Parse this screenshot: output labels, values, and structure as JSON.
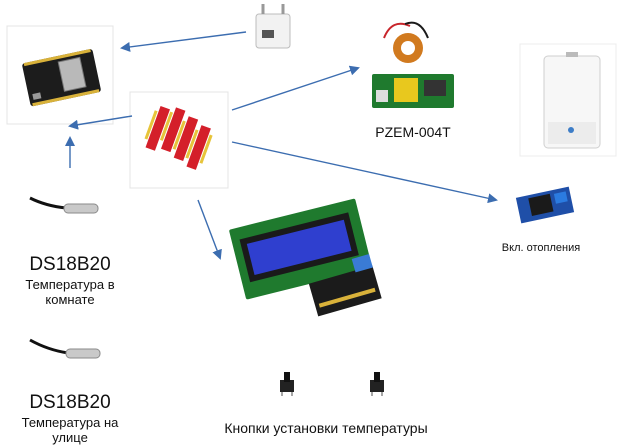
{
  "labels": {
    "pzem": "PZEM-004T",
    "relay": "Вкл. отопления",
    "sensor1_model": "DS18B20",
    "sensor1_desc": "Температура в комнате",
    "sensor2_model": "DS18B20",
    "sensor2_desc": "Температура на улице",
    "buttons": "Кнопки установки температуры"
  },
  "colors": {
    "arrow": "#3c6db0",
    "board": "#1c1c1c",
    "lcd_screen": "#2f3fcf",
    "relay_board": "#1f4fa8",
    "level_shifter": "#d41f2a",
    "pzem_board": "#1f7a2e"
  },
  "icons": [
    "esp8266-board-icon",
    "usb-charger-icon",
    "current-transformer-icon",
    "pzem-module-icon",
    "boiler-icon",
    "level-shifter-icon",
    "relay-module-icon",
    "lcd-display-icon",
    "temperature-probe-icon",
    "tactile-button-icon"
  ]
}
